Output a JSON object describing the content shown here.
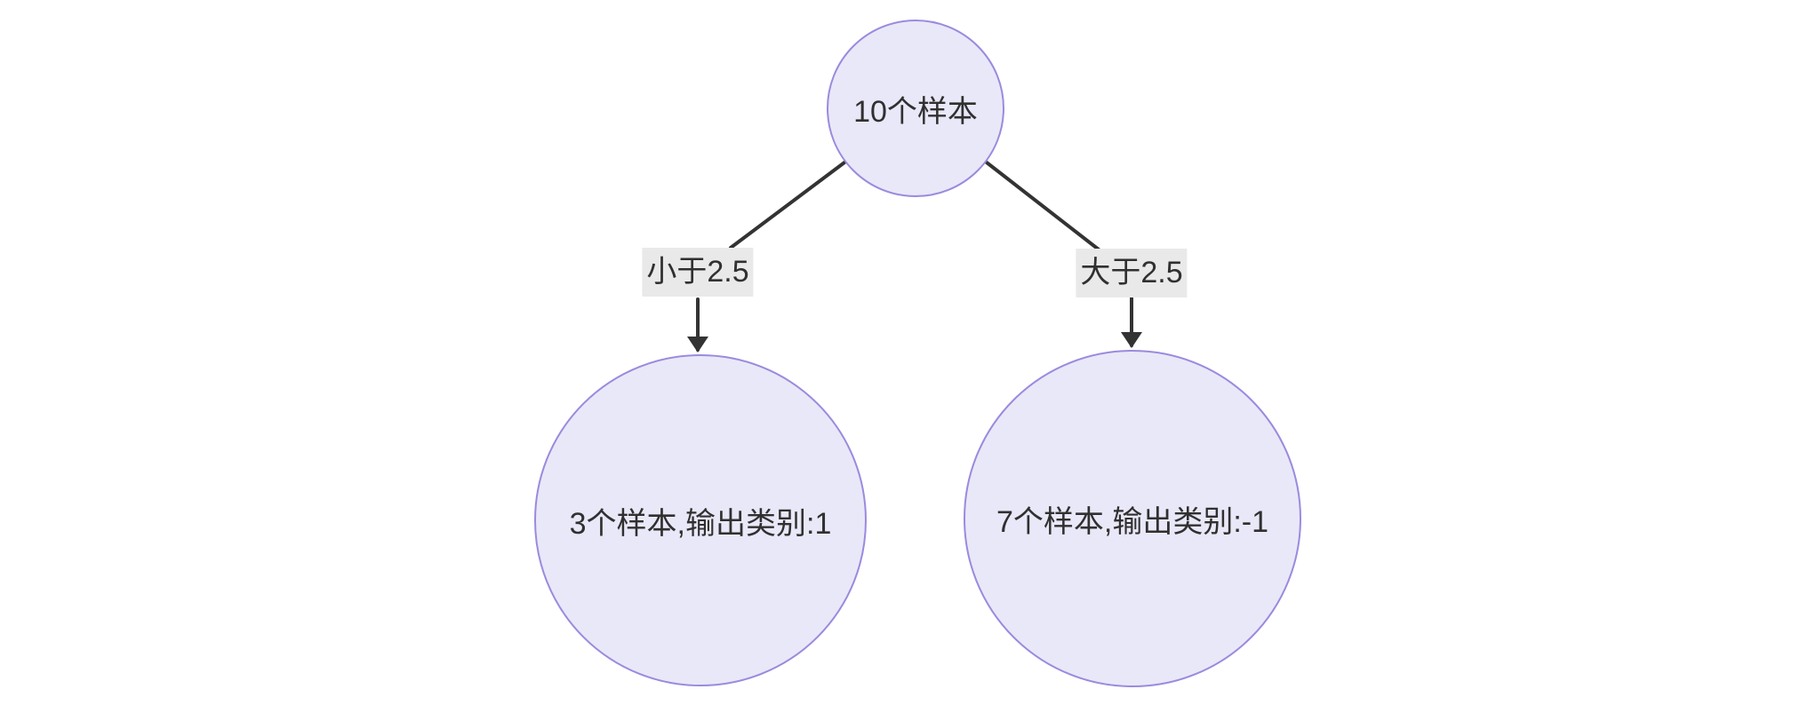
{
  "diagram": {
    "type": "decision-tree",
    "root": {
      "label": "10个样本"
    },
    "edges": [
      {
        "label": "小于2.5"
      },
      {
        "label": "大于2.5"
      }
    ],
    "leaves": [
      {
        "label": "3个样本,输出类别:1"
      },
      {
        "label": "7个样本,输出类别:-1"
      }
    ]
  },
  "colors": {
    "bg": "#ffffff",
    "node-fill": "#e9e8f8",
    "node-stroke": "#9b8ade",
    "edge": "#333333",
    "label-bg": "#e9e9e9",
    "text": "#303030"
  }
}
